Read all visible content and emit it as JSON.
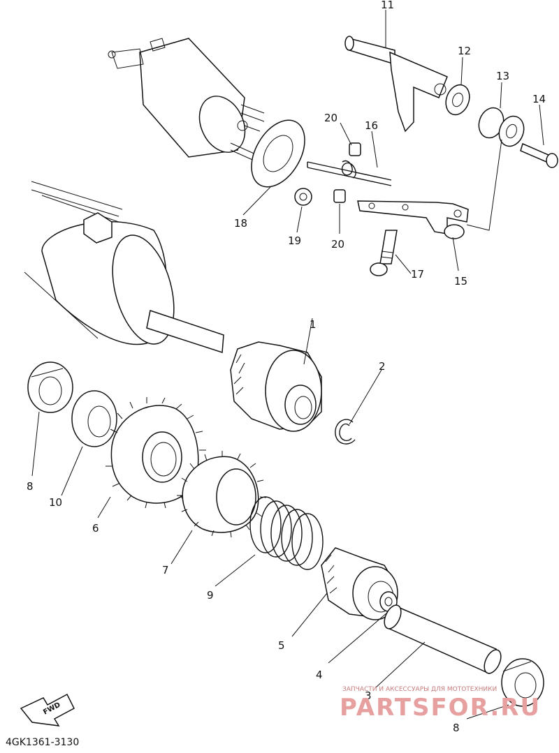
{
  "labels": {
    "p1": "1",
    "p2": "2",
    "p3": "3",
    "p4": "4",
    "p5": "5",
    "p6": "6",
    "p7": "7",
    "p8a": "8",
    "p8b": "8",
    "p9": "9",
    "p10": "10",
    "p11": "11",
    "p12": "12",
    "p13": "13",
    "p14": "14",
    "p15": "15",
    "p16": "16",
    "p17": "17",
    "p18": "18",
    "p19": "19",
    "p20a": "20",
    "p20b": "20"
  },
  "diagram_code": "4GK1361-3130",
  "fwd_label": "FWD",
  "watermark": {
    "tagline": "ЗАПЧАСТИ И АКСЕССУАРЫ ДЛЯ МОТОТЕХНИКИ",
    "brand": "PARTSFOR.RU"
  }
}
